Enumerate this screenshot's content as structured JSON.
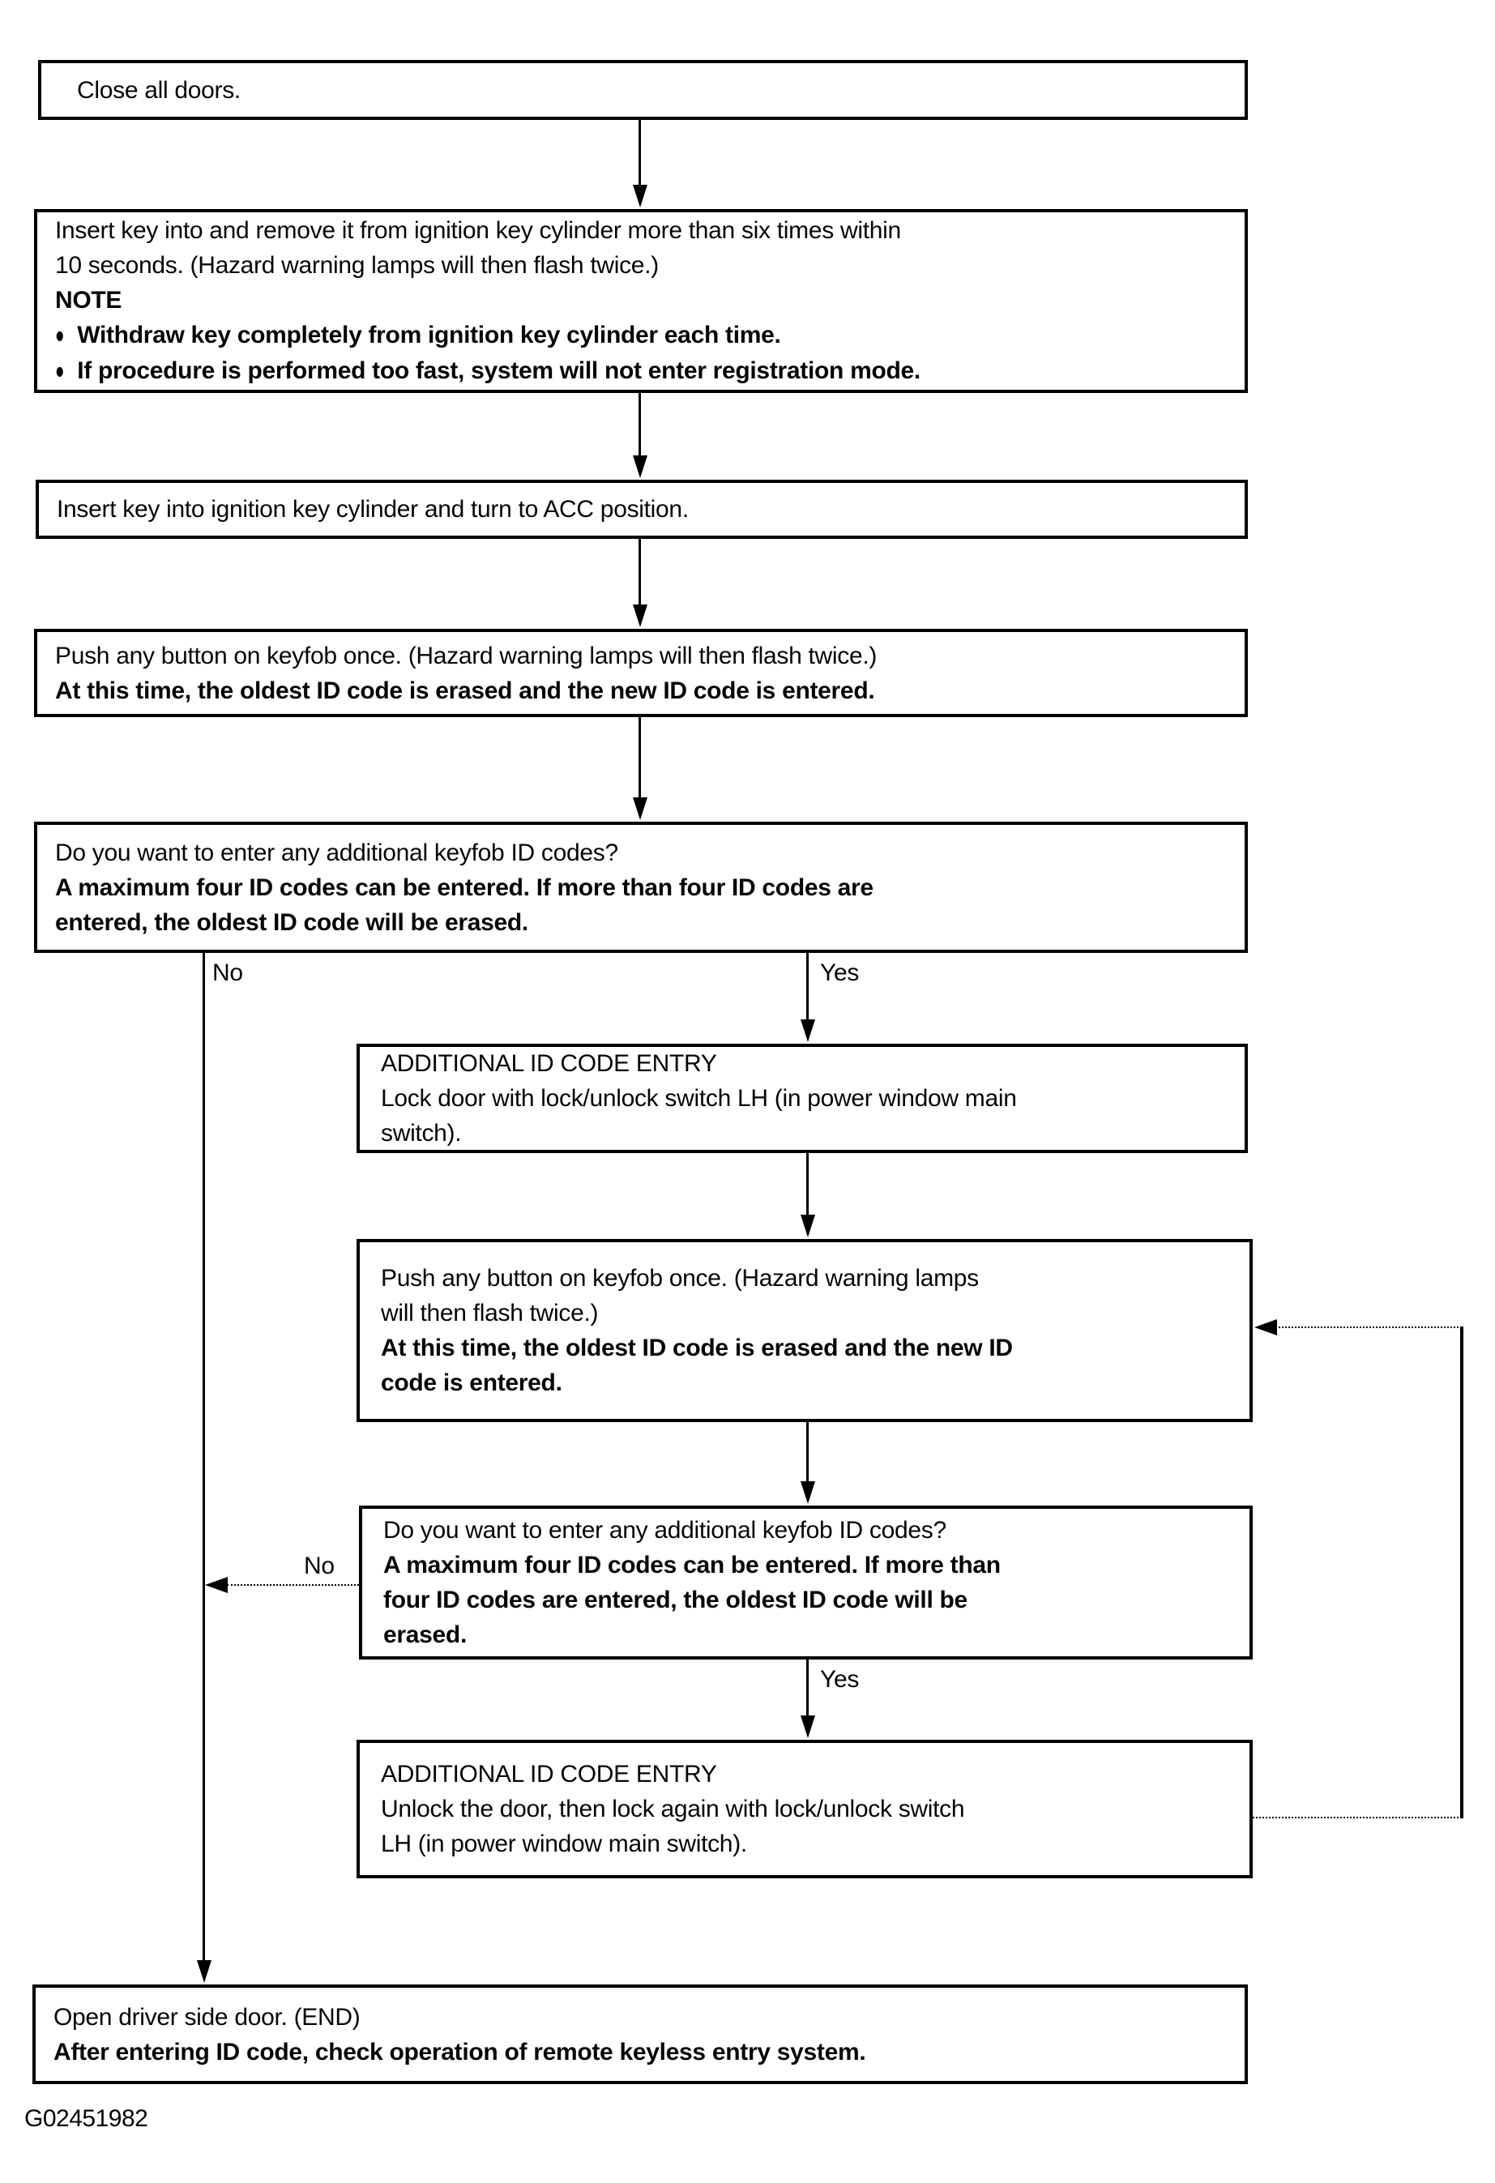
{
  "figure_code": "G02451982",
  "boxes": {
    "close_all_doors": {
      "lines": [
        {
          "text": "Close all doors.",
          "bold": false
        }
      ]
    },
    "insert_remove_key": {
      "lines": [
        {
          "text": "Insert key into and remove it from ignition key cylinder more than six times within",
          "bold": false
        },
        {
          "text": "10 seconds. (Hazard warning lamps will then flash twice.)",
          "bold": false
        },
        {
          "text": "NOTE",
          "bold": true
        },
        {
          "text": "Withdraw key completely from ignition key cylinder each time.",
          "bold": true,
          "bullet": true
        },
        {
          "text": "If procedure is performed too fast, system will not enter registration mode.",
          "bold": true,
          "bullet": true
        }
      ]
    },
    "key_acc_position": {
      "lines": [
        {
          "text": "Insert key into ignition key cylinder and turn to ACC position.",
          "bold": false
        }
      ]
    },
    "push_keyfob_button": {
      "lines": [
        {
          "text": "Push any button on keyfob once. (Hazard warning lamps will then flash twice.)",
          "bold": false
        },
        {
          "text": "At this time, the oldest ID code is erased and the new ID code is entered.",
          "bold": true
        }
      ]
    },
    "decision_additional_codes_1": {
      "lines": [
        {
          "text": "Do you want to enter any additional keyfob ID codes?",
          "bold": false
        },
        {
          "text": "A maximum four ID codes can be entered. If more than four ID codes are",
          "bold": true
        },
        {
          "text": "entered, the oldest ID code will be erased.",
          "bold": true
        }
      ]
    },
    "additional_id_code_entry_lock": {
      "lines": [
        {
          "text": "ADDITIONAL ID CODE ENTRY",
          "bold": false
        },
        {
          "text": "Lock door with lock/unlock switch LH (in power window main",
          "bold": false
        },
        {
          "text": "switch).",
          "bold": false
        }
      ]
    },
    "push_keyfob_button_2": {
      "lines": [
        {
          "text": "Push any button on keyfob once. (Hazard warning lamps",
          "bold": false
        },
        {
          "text": "will then flash twice.)",
          "bold": false
        },
        {
          "text": "At this time, the oldest ID code is erased and the new ID",
          "bold": true
        },
        {
          "text": "code is entered.",
          "bold": true
        }
      ]
    },
    "decision_additional_codes_2": {
      "lines": [
        {
          "text": "Do you want to enter any additional keyfob ID codes?",
          "bold": false
        },
        {
          "text": "A maximum four ID codes can be entered. If more than",
          "bold": true
        },
        {
          "text": "four ID codes are entered, the oldest ID code will be",
          "bold": true
        },
        {
          "text": "erased.",
          "bold": true
        }
      ]
    },
    "additional_id_code_entry_unlock": {
      "lines": [
        {
          "text": "ADDITIONAL ID CODE ENTRY",
          "bold": false
        },
        {
          "text": "Unlock the door, then lock again with lock/unlock switch",
          "bold": false
        },
        {
          "text": "LH (in power window main switch).",
          "bold": false
        }
      ]
    },
    "open_driver_door_end": {
      "lines": [
        {
          "text": "Open driver side door. (END)",
          "bold": false
        },
        {
          "text": "After entering ID code, check operation of remote keyless entry system.",
          "bold": true
        }
      ]
    }
  },
  "edge_labels": {
    "no_1": "No",
    "yes_1": "Yes",
    "no_2": "No",
    "yes_2": "Yes"
  },
  "colors": {
    "line": "#000000",
    "background": "#ffffff",
    "text": "#060606"
  }
}
